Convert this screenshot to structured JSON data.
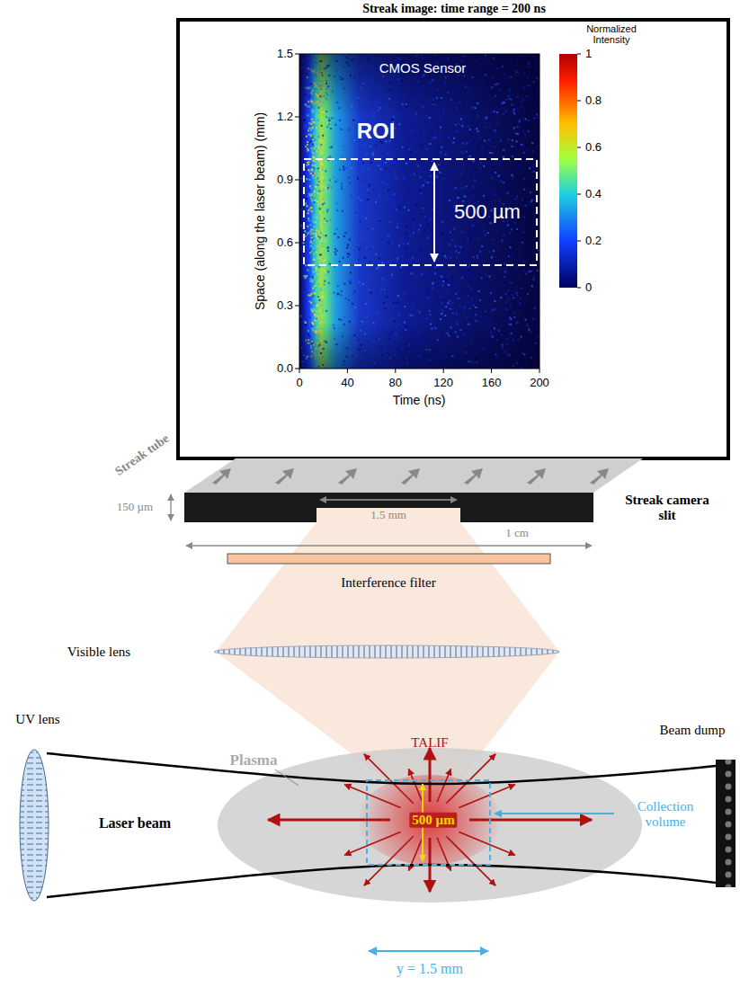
{
  "diagram": {
    "title": "Streak image: time range = 200 ns",
    "labels": [
      "1.5",
      "1.2",
      "0.9",
      "0.6",
      "0.3",
      "0.0",
      "0",
      "40",
      "80",
      "120",
      "160",
      "200",
      "Space (along the laser beam) (mm)",
      "Time (ns)",
      "CMOS Sensor",
      "ROI",
      "500 µm",
      "Normalized Intensity",
      "1",
      "0.8",
      "0.6",
      "0.4",
      "0.2",
      "0",
      "Streak tube",
      "150 µm",
      "1.5 mm",
      "1 cm",
      "Streak camera slit",
      "Interference filter",
      "Visible lens",
      "Plasma",
      "TALIF",
      "UV lens",
      "Laser beam",
      "500 µm",
      "Collection volume",
      "Beam dump",
      "y = 1.5 mm"
    ]
  }
}
